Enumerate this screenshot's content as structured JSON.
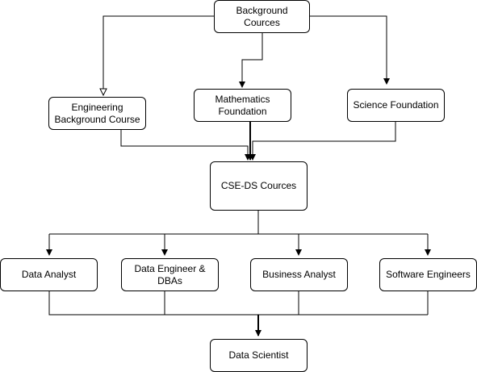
{
  "diagram": {
    "nodes": {
      "background": "Background Cources",
      "engineering": "Engineering\nBackground Course",
      "mathematics": "Mathematics\nFoundation",
      "science": "Science Foundation",
      "cseds": "CSE-DS Cources",
      "data_analyst": "Data Analyst",
      "data_engineer": "Data Engineer &\nDBAs",
      "business_analyst": "Business Analyst",
      "software_engineers": "Software Engineers",
      "data_scientist": "Data Scientist"
    },
    "edges": [
      {
        "from": "Background Cources",
        "to": "Engineering Background Course",
        "arrow": "open"
      },
      {
        "from": "Background Cources",
        "to": "Mathematics Foundation",
        "arrow": "filled"
      },
      {
        "from": "Background Cources",
        "to": "Science Foundation",
        "arrow": "filled"
      },
      {
        "from": "Engineering Background Course",
        "to": "CSE-DS Cources",
        "arrow": "filled"
      },
      {
        "from": "Mathematics Foundation",
        "to": "CSE-DS Cources",
        "arrow": "filled"
      },
      {
        "from": "Science Foundation",
        "to": "CSE-DS Cources",
        "arrow": "filled"
      },
      {
        "from": "CSE-DS Cources",
        "to": "Data Analyst",
        "arrow": "filled"
      },
      {
        "from": "CSE-DS Cources",
        "to": "Data Engineer & DBAs",
        "arrow": "filled"
      },
      {
        "from": "CSE-DS Cources",
        "to": "Business Analyst",
        "arrow": "filled"
      },
      {
        "from": "CSE-DS Cources",
        "to": "Software Engineers",
        "arrow": "filled"
      },
      {
        "from": "Data Analyst",
        "to": "Data Scientist",
        "arrow": "filled"
      },
      {
        "from": "Data Engineer & DBAs",
        "to": "Data Scientist",
        "arrow": "filled"
      },
      {
        "from": "Business Analyst",
        "to": "Data Scientist",
        "arrow": "filled"
      },
      {
        "from": "Software Engineers",
        "to": "Data Scientist",
        "arrow": "filled"
      }
    ]
  }
}
